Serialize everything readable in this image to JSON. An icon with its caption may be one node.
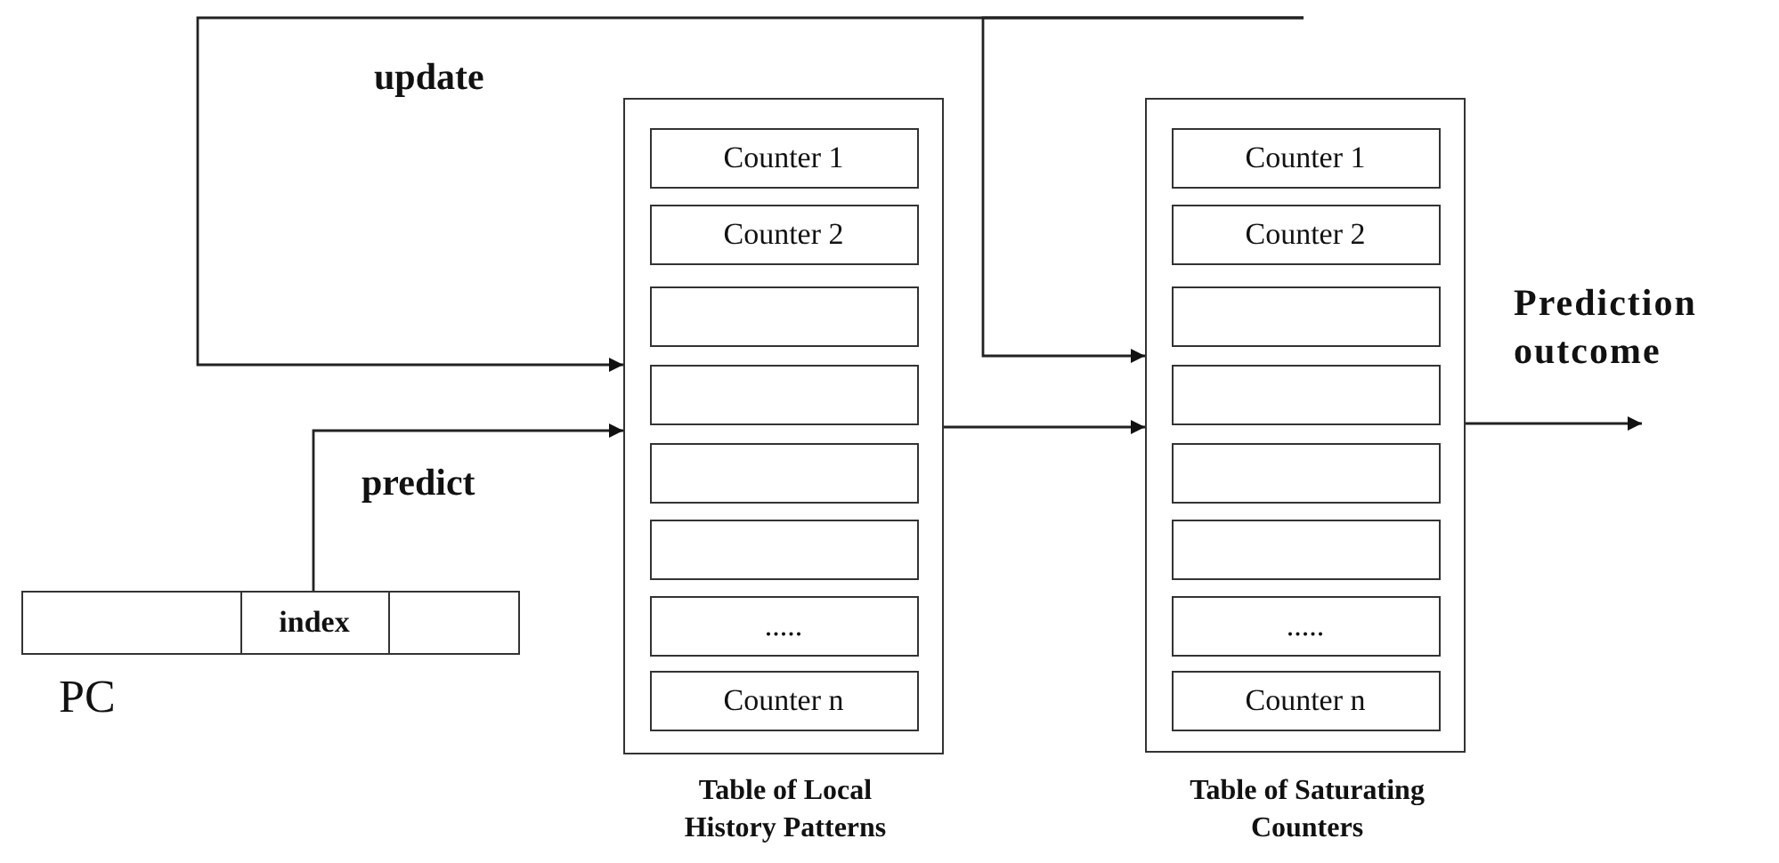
{
  "diagram": {
    "nodes": [
      {
        "text": [
          "PC"
        ]
      },
      {
        "text": [
          "index"
        ],
        "in": 0
      },
      {
        "text": [
          "Table of Local History Patterns"
        ]
      },
      {
        "text": [
          "Counter 1"
        ],
        "in": 2
      },
      {
        "text": [
          "Counter 2"
        ],
        "in": 2
      },
      {
        "text": [],
        "shape": "box",
        "in": 2
      },
      {
        "text": [],
        "shape": "box",
        "in": 2
      },
      {
        "text": [],
        "shape": "box",
        "in": 2
      },
      {
        "text": [],
        "shape": "box",
        "in": 2
      },
      {
        "text": [
          "....."
        ],
        "in": 2
      },
      {
        "text": [
          "Counter n"
        ],
        "in": 2
      },
      {
        "text": [
          "Table of Saturating Counters"
        ]
      },
      {
        "text": [
          "Counter 1"
        ],
        "in": 11
      },
      {
        "text": [
          "Counter 2"
        ],
        "in": 11
      },
      {
        "text": [],
        "shape": "box",
        "in": 11
      },
      {
        "text": [],
        "shape": "box",
        "in": 11
      },
      {
        "text": [],
        "shape": "box",
        "in": 11
      },
      {
        "text": [],
        "shape": "box",
        "in": 11
      },
      {
        "text": [
          "....."
        ],
        "in": 11
      },
      {
        "text": [
          "Counter n"
        ],
        "in": 11
      }
    ],
    "edges": [
      {
        "from": null,
        "to": 2,
        "arrow": "to",
        "label": "update"
      },
      {
        "from": null,
        "to": 11,
        "arrow": "to"
      },
      {
        "from": 1,
        "to": 2,
        "arrow": "to",
        "label": "predict"
      },
      {
        "from": 2,
        "to": 11,
        "arrow": "to"
      },
      {
        "from": 11,
        "to": null,
        "arrow": "to",
        "label": "Prediction outcome"
      }
    ]
  }
}
